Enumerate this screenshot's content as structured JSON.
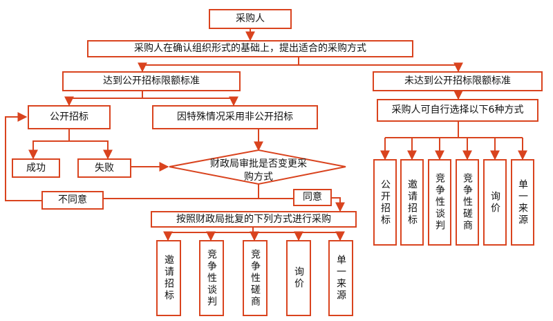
{
  "colors": {
    "accent": "#d9431e"
  },
  "nodes": {
    "purchaser": "采购人",
    "confirm": "采购人在确认组织形式的基础上，提出适合的采购方式",
    "reach": "达到公开招标限额标准",
    "not_reach": "未达到公开招标限额标准",
    "open_tender": "公开招标",
    "special": "因特殊情况采用非公开招标",
    "success": "成功",
    "failure": "失败",
    "decision": "财政局审批是否变更采购方式",
    "disagree": "不同意",
    "agree": "同意",
    "approved_methods_title": "按照财政局批复的下列方式进行采购",
    "self_select_title": "采购人可自行选择以下6种方式"
  },
  "approved_methods": [
    "邀请招标",
    "竞争性谈判",
    "竞争性磋商",
    "询价",
    "单一来源"
  ],
  "self_select_methods": [
    "公开招标",
    "邀请招标",
    "竞争性谈判",
    "竞争性磋商",
    "询价",
    "单一来源"
  ]
}
